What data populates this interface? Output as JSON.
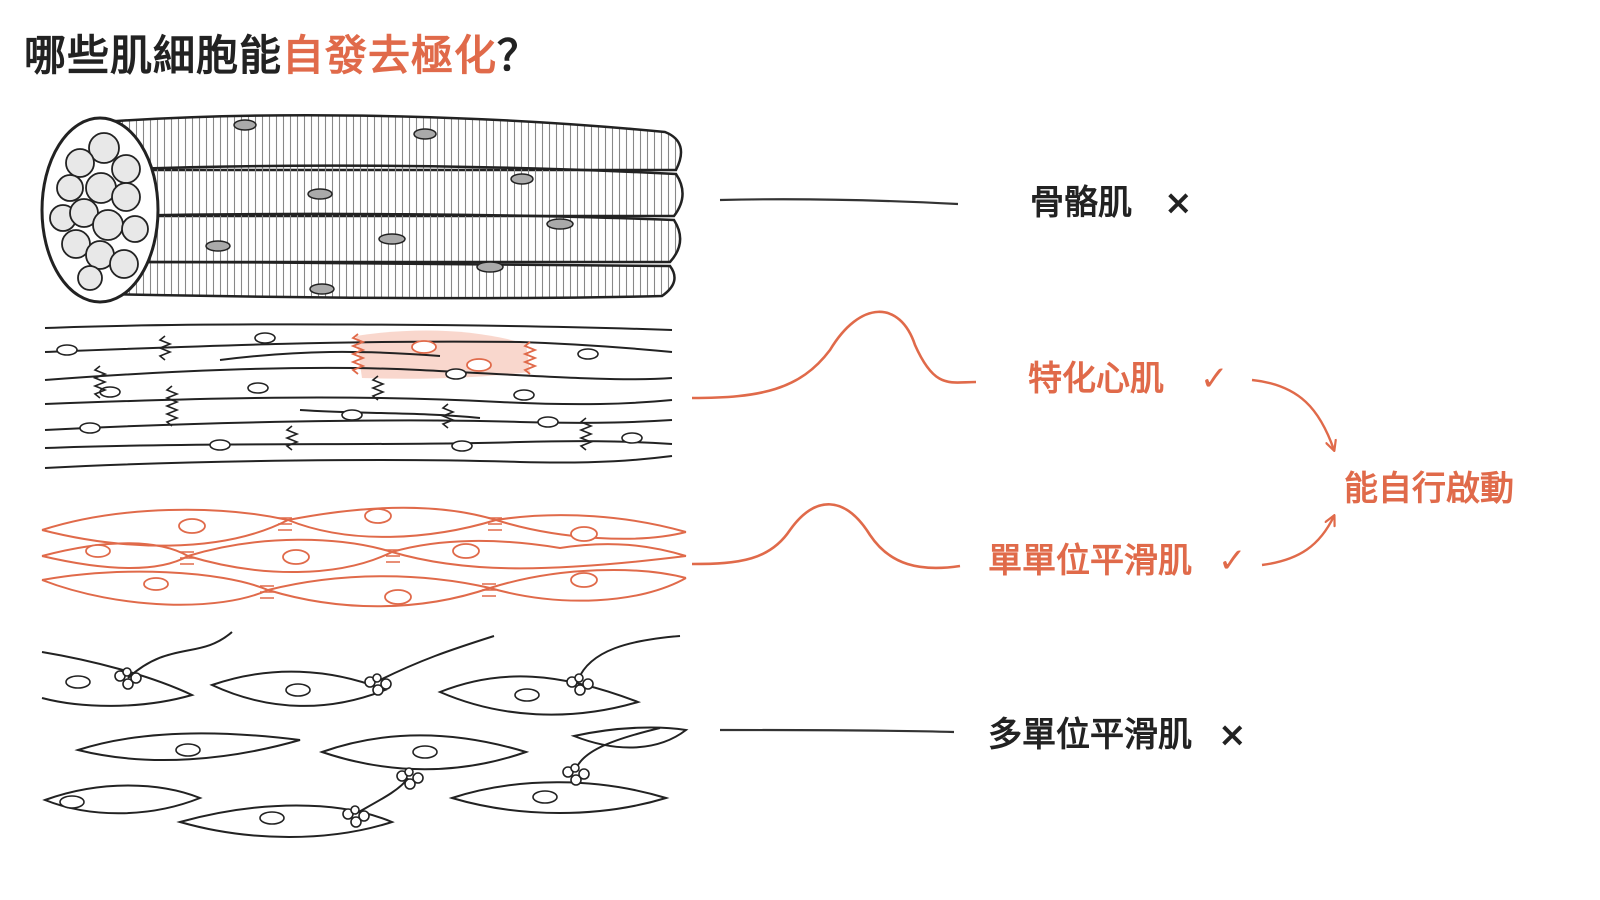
{
  "title": {
    "prefix": "哪些肌細胞能",
    "highlight": "自發去極化",
    "suffix": "？"
  },
  "rows": [
    {
      "label": "骨骼肌",
      "mark": "×",
      "spontaneous": false
    },
    {
      "label": "特化心肌",
      "mark": "✓",
      "spontaneous": true
    },
    {
      "label": "單單位平滑肌",
      "mark": "✓",
      "spontaneous": true
    },
    {
      "label": "多單位平滑肌",
      "mark": "×",
      "spontaneous": false
    }
  ],
  "result_label": "能自行啟動",
  "colors": {
    "accent": "#e06a4a",
    "ink": "#222222",
    "neutral_line": "#333333"
  }
}
